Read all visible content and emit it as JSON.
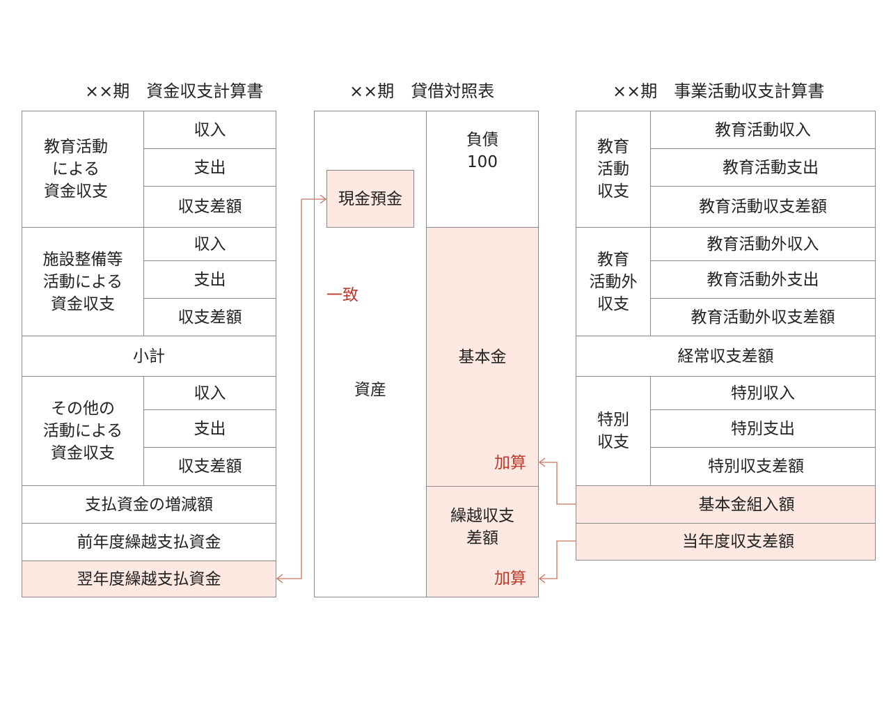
{
  "cash_flow": {
    "title": "××期　資金収支計算書",
    "education_group": "教育活動\nによる\n資金収支",
    "facility_group": "施設整備等\n活動による\n資金収支",
    "other_group": "その他の\n活動による\n資金収支",
    "income": "収入",
    "expense": "支出",
    "balance": "収支差額",
    "subtotal": "小計",
    "change": "支払資金の増減額",
    "prior_carryover": "前年度繰越支払資金",
    "next_carryover": "翌年度繰越支払資金"
  },
  "balance_sheet": {
    "title": "××期　貸借対照表",
    "cash": "現金預金",
    "match": "一致",
    "assets": "資産",
    "liabilities": "負債\n100",
    "basic_fund": "基本金",
    "carried_balance": "繰越収支\n差額",
    "add_label": "加算"
  },
  "activity": {
    "title": "××期　事業活動収支計算書",
    "education_group": "教育\n活動\n収支",
    "edu_income": "教育活動収入",
    "edu_expense": "教育活動支出",
    "edu_balance": "教育活動収支差額",
    "non_edu_group": "教育\n活動外\n収支",
    "non_edu_income": "教育活動外収入",
    "non_edu_expense": "教育活動外支出",
    "non_edu_balance": "教育活動外収支差額",
    "ordinary_balance": "経常収支差額",
    "special_group": "特別\n収支",
    "special_income": "特別収入",
    "special_expense": "特別支出",
    "special_balance": "特別収支差額",
    "basic_fund_transfer": "基本金組入額",
    "current_balance": "当年度収支差額"
  },
  "colors": {
    "highlight_fill": "#fde8e2",
    "accent": "#c0392b",
    "border": "#8a8a8a"
  }
}
